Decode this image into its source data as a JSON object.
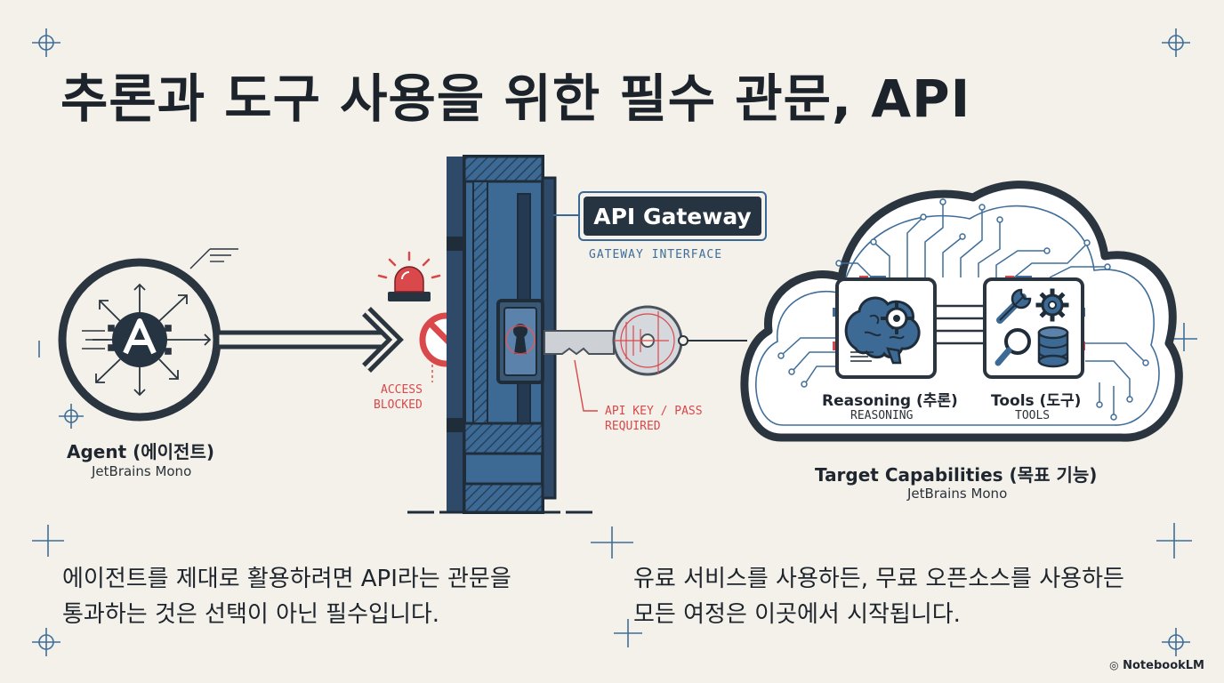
{
  "title": "추론과 도구 사용을 위한 필수 관문, API",
  "agent": {
    "label": "Agent (에이전트)",
    "font_note": "JetBrains Mono",
    "logo_letter": "A"
  },
  "gateway": {
    "label": "API Gateway",
    "sublabel": "GATEWAY INTERFACE"
  },
  "access_blocked": [
    "ACCESS",
    "BLOCKED"
  ],
  "api_key": [
    "API KEY / PASS",
    "REQUIRED"
  ],
  "capabilities": {
    "reasoning": {
      "label": "Reasoning (추론)",
      "sublabel": "REASONING"
    },
    "tools": {
      "label": "Tools (도구)",
      "sublabel": "TOOLS"
    },
    "target": {
      "label": "Target Capabilities (목표 기능)",
      "font_note": "JetBrains Mono"
    }
  },
  "paragraphs": {
    "left": [
      "에이전트를 제대로 활용하려면 API라는 관문을",
      "통과하는 것은 선택이 아닌 필수입니다."
    ],
    "right": [
      "유료 서비스를 사용하든, 무료 오픈소스를 사용하든",
      "모든 여정은 이곳에서 시작됩니다."
    ]
  },
  "branding": "NotebookLM",
  "colors": {
    "accent_blue": "#3f6e9a",
    "dark": "#263340",
    "alert_red": "#d9484a",
    "background": "#f3f1ea"
  }
}
